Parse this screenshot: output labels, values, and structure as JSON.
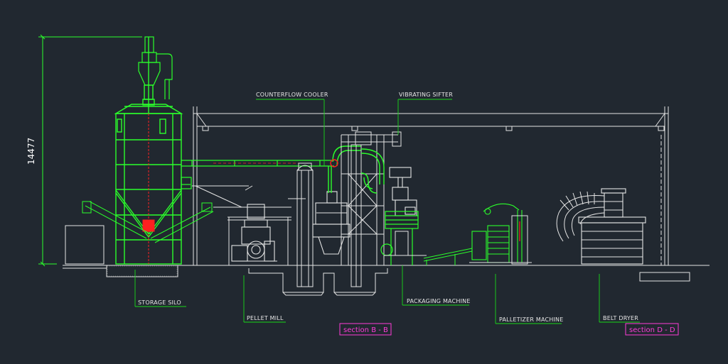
{
  "dimension": {
    "value": "14477"
  },
  "labels": {
    "storage_silo": "STORAGE SILO",
    "pellet_mill": "PELLET MILL",
    "counterflow_cooler": "COUNTERFLOW COOLER",
    "vibrating_sifter": "VIBRATING SIFTER",
    "packaging_machine": "PACKAGING MACHINE",
    "palletizer_machine": "PALLETIZER MACHINE",
    "belt_dryer": "BELT DRYER"
  },
  "sections": {
    "b": "section B - B",
    "d": "section D - D"
  },
  "colors": {
    "background": "#212830",
    "structure": "#e4e4e4",
    "equipment": "#2bff2b",
    "leader": "#19d819",
    "accent_red": "#ff2020",
    "section_tag": "#ff3bd8",
    "dimension_line": "#2bff2b"
  }
}
